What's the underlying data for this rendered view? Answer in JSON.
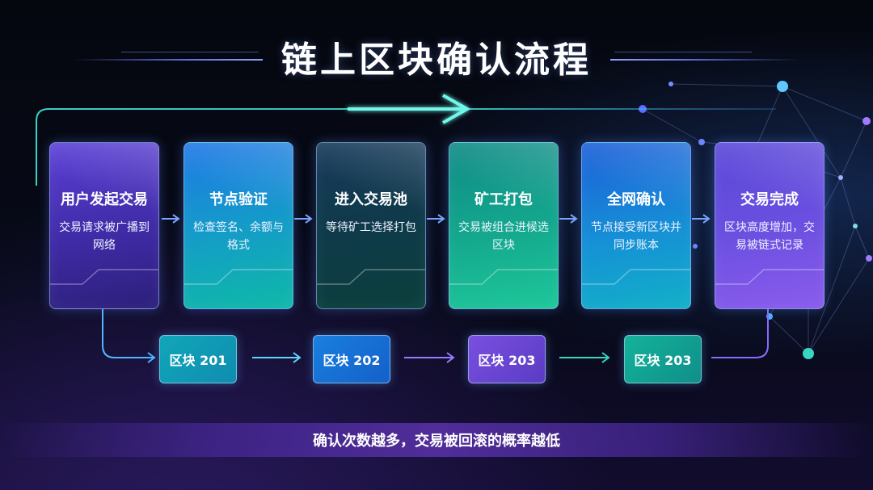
{
  "title": "链上区块确认流程",
  "steps": [
    {
      "title": "用户发起交易",
      "desc": "交易请求被广播到网络"
    },
    {
      "title": "节点验证",
      "desc": "检查签名、余额与格式"
    },
    {
      "title": "进入交易池",
      "desc": "等待矿工选择打包"
    },
    {
      "title": "矿工打包",
      "desc": "交易被组合进候选区块"
    },
    {
      "title": "全网确认",
      "desc": "节点接受新区块并同步账本"
    },
    {
      "title": "交易完成",
      "desc": "区块高度增加，交易被链式记录"
    }
  ],
  "blocks": [
    "区块 201",
    "区块 202",
    "区块 203",
    "区块 203"
  ],
  "footer": "确认次数越多，交易被回滚的概率越低",
  "colors": {
    "cyan": "#3fe6d9",
    "blue": "#2a7be0",
    "purple": "#7a4fe0",
    "teal": "#12b49a"
  }
}
